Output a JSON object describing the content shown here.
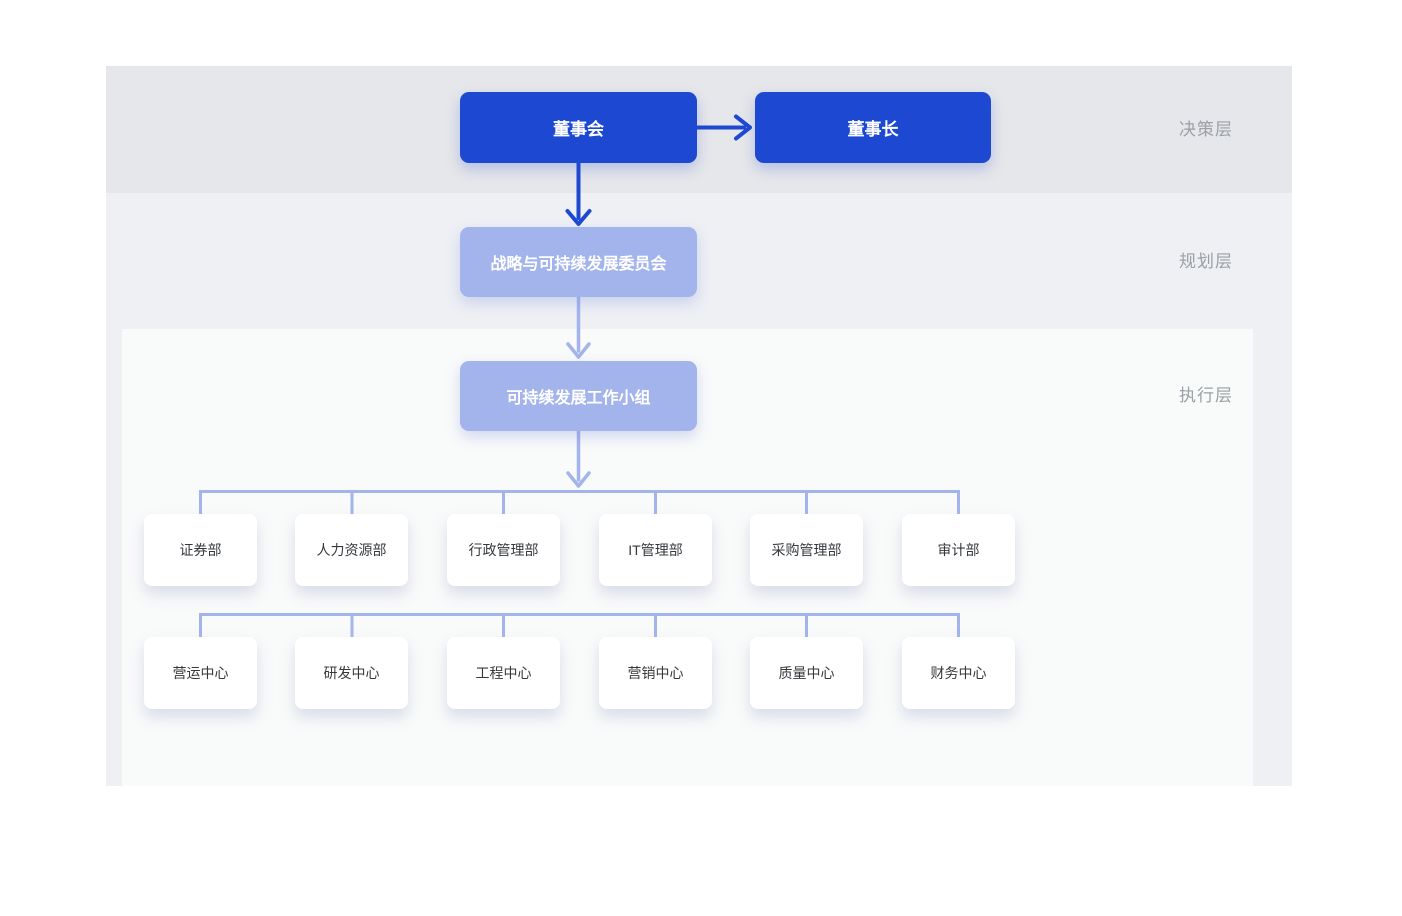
{
  "layers": [
    {
      "label": "决策层"
    },
    {
      "label": "规划层"
    },
    {
      "label": "执行层"
    }
  ],
  "nodes": {
    "board": "董事会",
    "chairman": "董事长",
    "committee": "战略与可持续发展委员会",
    "workgroup": "可持续发展工作小组"
  },
  "departments_row1": [
    "证券部",
    "人力资源部",
    "行政管理部",
    "IT管理部",
    "采购管理部",
    "审计部"
  ],
  "departments_row2": [
    "营运中心",
    "研发中心",
    "工程中心",
    "营销中心",
    "质量中心",
    "财务中心"
  ],
  "colors": {
    "primary_blue": "#1d49d2",
    "light_blue": "#a3b4ec",
    "connector_blue": "#a3b4ec",
    "band_decision": "#e6e7ea",
    "band_planning": "#eef0f4",
    "band_execution": "#f9fafa",
    "layer_label_gray": "#9ba0a7"
  }
}
